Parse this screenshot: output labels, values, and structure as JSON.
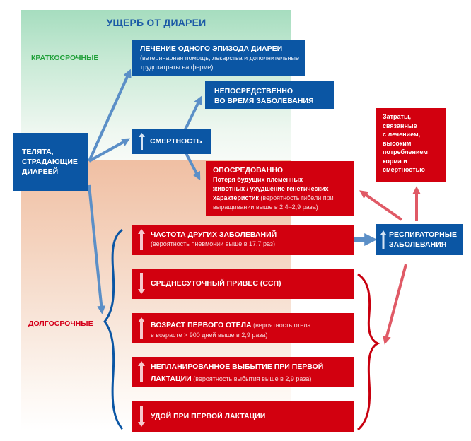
{
  "title": "УЩЕРБ ОТ ДИАРЕИ",
  "labels": {
    "short_term": "КРАТКОСРОЧНЫЕ",
    "long_term": "ДОЛГОСРОЧНЫЕ"
  },
  "colors": {
    "blue": "#0b56a4",
    "red": "#d2000f",
    "green_label": "#21a03a",
    "arrow_blue": "#5b8fc7",
    "arrow_red": "#e05a66"
  },
  "source": {
    "text": "ТЕЛЯТА, СТРАДАЮЩИЕ ДИАРЕЕЙ",
    "lines": [
      "ТЕЛЯТА,",
      "СТРАДАЮЩИЕ",
      "ДИАРЕЕЙ"
    ]
  },
  "treatment": {
    "heading": "ЛЕЧЕНИЕ ОДНОГО ЭПИЗОДА ДИАРЕИ",
    "detail_line1": "(ветеринарная помощь, лекарства и дополнительные",
    "detail_line2": "трудозатраты на ферме)"
  },
  "mortality": {
    "heading": "СМЕРТНОСТЬ",
    "direction": "up"
  },
  "direct": {
    "line1": "НЕПОСРЕДСТВЕННО",
    "line2": "ВО ВРЕМЯ ЗАБОЛЕВАНИЯ"
  },
  "indirect": {
    "heading": "ОПОСРЕДОВАННО",
    "bold_line1": "Потеря будущих племенных",
    "bold_line2": "животных / ухудшение генетических",
    "bold_line3": "характеристик",
    "detail_line3": " (вероятность гибели при",
    "detail_line4": "выращивании выше в 2,4–2,9 раза)"
  },
  "costs": {
    "lines": [
      "Затраты,",
      "связанные",
      "с лечением,",
      "высоким",
      "потреблением",
      "корма и",
      "смертностью"
    ]
  },
  "respiratory": {
    "line1": "РЕСПИРАТОРНЫЕ",
    "line2": "ЗАБОЛЕВАНИЯ",
    "direction": "up"
  },
  "long_term_items": [
    {
      "direction": "up",
      "heading": "ЧАСТОТА ДРУГИХ ЗАБОЛЕВАНИЙ",
      "heading2": "",
      "detail": "(вероятность пневмонии выше в 17,7 раз)",
      "detail2": ""
    },
    {
      "direction": "down",
      "heading": "СРЕДНЕСУТОЧНЫЙ ПРИВЕС (ССП)",
      "heading2": "",
      "detail": "",
      "detail2": ""
    },
    {
      "direction": "up",
      "heading": "ВОЗРАСТ ПЕРВОГО ОТЕЛА",
      "heading2": "",
      "detail": " (вероятность отела",
      "detail2": "в возрасте > 900 дней выше в 2,9 раза)"
    },
    {
      "direction": "up",
      "heading": "НЕПЛАНИРОВАННОЕ ВЫБЫТИЕ ПРИ ПЕРВОЙ",
      "heading2": "ЛАКТАЦИИ",
      "detail": "",
      "detail2": " (вероятность выбытия выше в 2,9 раза)"
    },
    {
      "direction": "down",
      "heading": "УДОЙ ПРИ ПЕРВОЙ ЛАКТАЦИИ",
      "heading2": "",
      "detail": "",
      "detail2": ""
    }
  ]
}
